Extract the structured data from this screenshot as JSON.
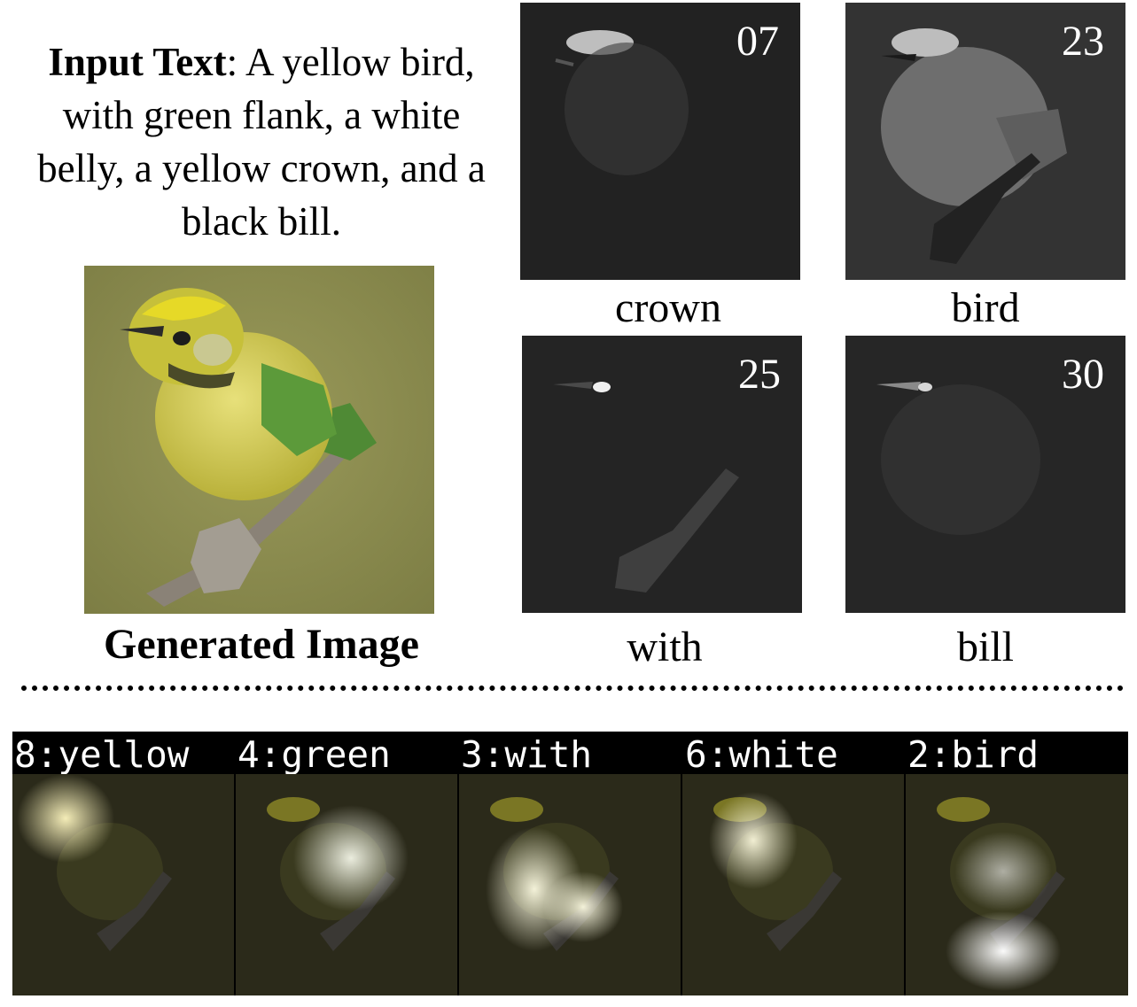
{
  "input_text": {
    "label": "Input Text",
    "sep": ": ",
    "text": "A yellow bird, with green flank, a white belly, a yellow crown, and a black bill."
  },
  "generated_caption": "Generated Image",
  "channel_maps": [
    {
      "num": "07",
      "word": "crown"
    },
    {
      "num": "23",
      "word": "bird"
    },
    {
      "num": "25",
      "word": "with"
    },
    {
      "num": "30",
      "word": "bill"
    }
  ],
  "attention_tokens": [
    "8:yellow",
    "4:green",
    "3:with",
    "6:white",
    "2:bird"
  ],
  "colors": {
    "bird_yellow": "#d9cc2a",
    "bird_green": "#5f9a3a",
    "background_olive": "#8a8a4e",
    "map_bg": "#252525"
  }
}
